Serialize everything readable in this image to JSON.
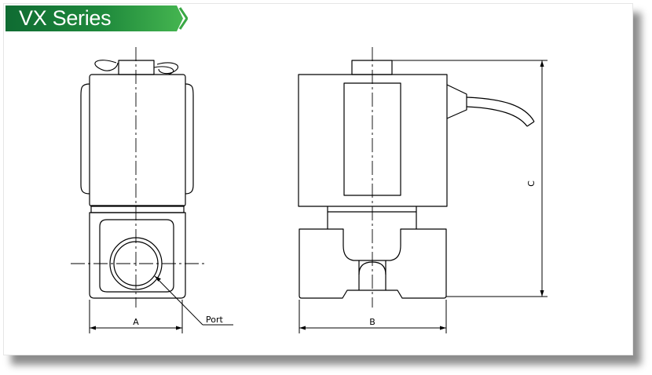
{
  "header": {
    "title": "VX Series"
  },
  "labels": {
    "dim_a": "A",
    "dim_b": "B",
    "dim_c": "C",
    "port": "Port"
  },
  "colors": {
    "banner_dark": "#0f6b32",
    "banner_light": "#43b34f",
    "chevron": "#3aa845",
    "line": "#000000",
    "centerline": "#000000"
  }
}
